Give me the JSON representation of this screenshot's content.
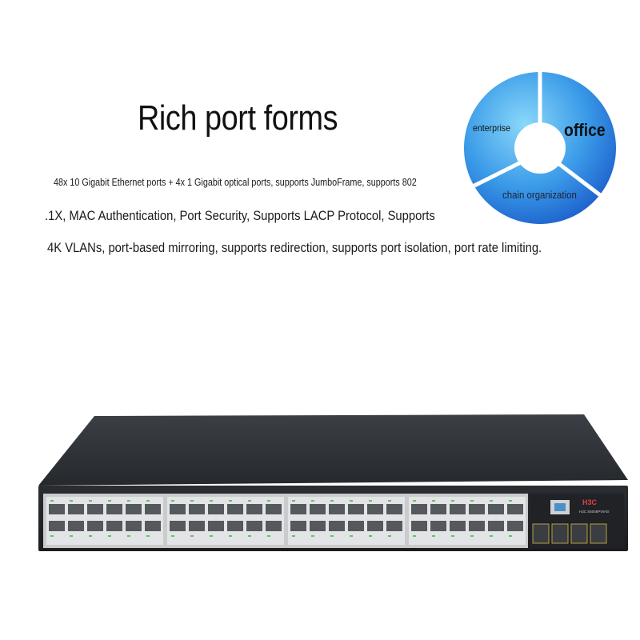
{
  "heading": "Rich port forms",
  "description": {
    "line1": "48x 10 Gigabit Ethernet ports + 4x 1 Gigabit optical ports, supports JumboFrame, supports 802",
    "line2": ".1X, MAC Authentication, Port Security, Supports LACP Protocol, Supports",
    "line3": "4K VLANs, port-based mirroring, supports redirection, supports port isolation, port rate limiting."
  },
  "ring": {
    "segments": [
      "enterprise",
      "office",
      "chain organization"
    ],
    "colors": {
      "light": "#5fc6f2",
      "mid": "#2f8fe6",
      "dark": "#1f66d6"
    }
  },
  "switch": {
    "brand": "H3C",
    "model": "H3C S5048PV5-EI",
    "port_groups": 4,
    "ports_per_group": 12,
    "sfp_ports": 4,
    "colors": {
      "chassis": "#2e3136",
      "panel": "#d6d8da",
      "port": "#55595e"
    }
  }
}
